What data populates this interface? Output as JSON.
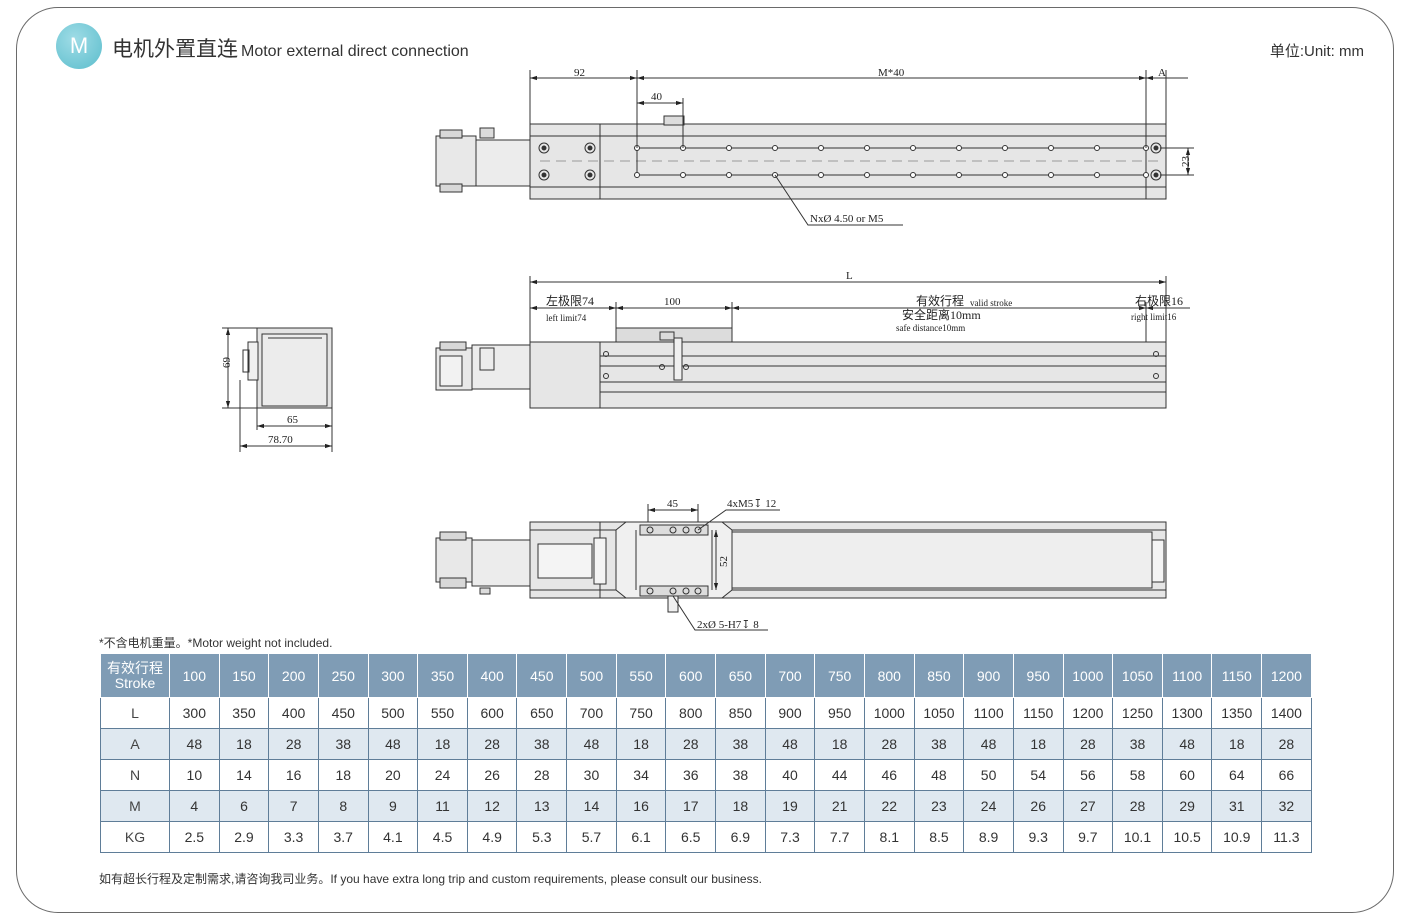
{
  "header": {
    "badge_letter": "M",
    "title_zh": "电机外置直连",
    "title_en": "Motor external direct connection",
    "unit": "单位:Unit: mm"
  },
  "drawing_labels": {
    "top_view": {
      "dim_left": "92",
      "dim_pitch": "M*40",
      "dim_a": "A",
      "dim_hole": "40",
      "dim_height": "23",
      "holes_callout": "NxØ 4.50  or  M5"
    },
    "end_view": {
      "height": "69",
      "width_inner": "65",
      "width_outer": "78.70"
    },
    "side_view": {
      "length": "L",
      "left_limit_zh": "左极限74",
      "left_limit_en": "left limit74",
      "carriage": "100",
      "stroke_zh": "有效行程",
      "stroke_en": "valid stroke",
      "safe_zh": "安全距离10mm",
      "safe_en": "safe distance10mm",
      "right_limit_zh": "右极限16",
      "right_limit_en": "right limit16"
    },
    "bottom_view": {
      "hole_spacing": "45",
      "tapped_holes": "4xM5↧ 12",
      "carriage_width": "52",
      "pin_holes": "2xØ 5-H7↧ 8"
    }
  },
  "note": "*不含电机重量。*Motor weight not included.",
  "table": {
    "header_zh": "有效行程",
    "header_en": "Stroke",
    "strokes": [
      "100",
      "150",
      "200",
      "250",
      "300",
      "350",
      "400",
      "450",
      "500",
      "550",
      "600",
      "650",
      "700",
      "750",
      "800",
      "850",
      "900",
      "950",
      "1000",
      "1050",
      "1100",
      "1150",
      "1200"
    ],
    "rows": [
      {
        "label": "L",
        "values": [
          "300",
          "350",
          "400",
          "450",
          "500",
          "550",
          "600",
          "650",
          "700",
          "750",
          "800",
          "850",
          "900",
          "950",
          "1000",
          "1050",
          "1100",
          "1150",
          "1200",
          "1250",
          "1300",
          "1350",
          "1400"
        ]
      },
      {
        "label": "A",
        "values": [
          "48",
          "18",
          "28",
          "38",
          "48",
          "18",
          "28",
          "38",
          "48",
          "18",
          "28",
          "38",
          "48",
          "18",
          "28",
          "38",
          "48",
          "18",
          "28",
          "38",
          "48",
          "18",
          "28"
        ]
      },
      {
        "label": "N",
        "values": [
          "10",
          "14",
          "16",
          "18",
          "20",
          "24",
          "26",
          "28",
          "30",
          "34",
          "36",
          "38",
          "40",
          "44",
          "46",
          "48",
          "50",
          "54",
          "56",
          "58",
          "60",
          "64",
          "66"
        ]
      },
      {
        "label": "M",
        "values": [
          "4",
          "6",
          "7",
          "8",
          "9",
          "11",
          "12",
          "13",
          "14",
          "16",
          "17",
          "18",
          "19",
          "21",
          "22",
          "23",
          "24",
          "26",
          "27",
          "28",
          "29",
          "31",
          "32"
        ]
      },
      {
        "label": "KG",
        "values": [
          "2.5",
          "2.9",
          "3.3",
          "3.7",
          "4.1",
          "4.5",
          "4.9",
          "5.3",
          "5.7",
          "6.1",
          "6.5",
          "6.9",
          "7.3",
          "7.7",
          "8.1",
          "8.5",
          "8.9",
          "9.3",
          "9.7",
          "10.1",
          "10.5",
          "10.9",
          "11.3"
        ]
      }
    ]
  },
  "footer": "如有超长行程及定制需求,请咨询我司业务。If you have extra long trip and custom requirements, please consult our business."
}
